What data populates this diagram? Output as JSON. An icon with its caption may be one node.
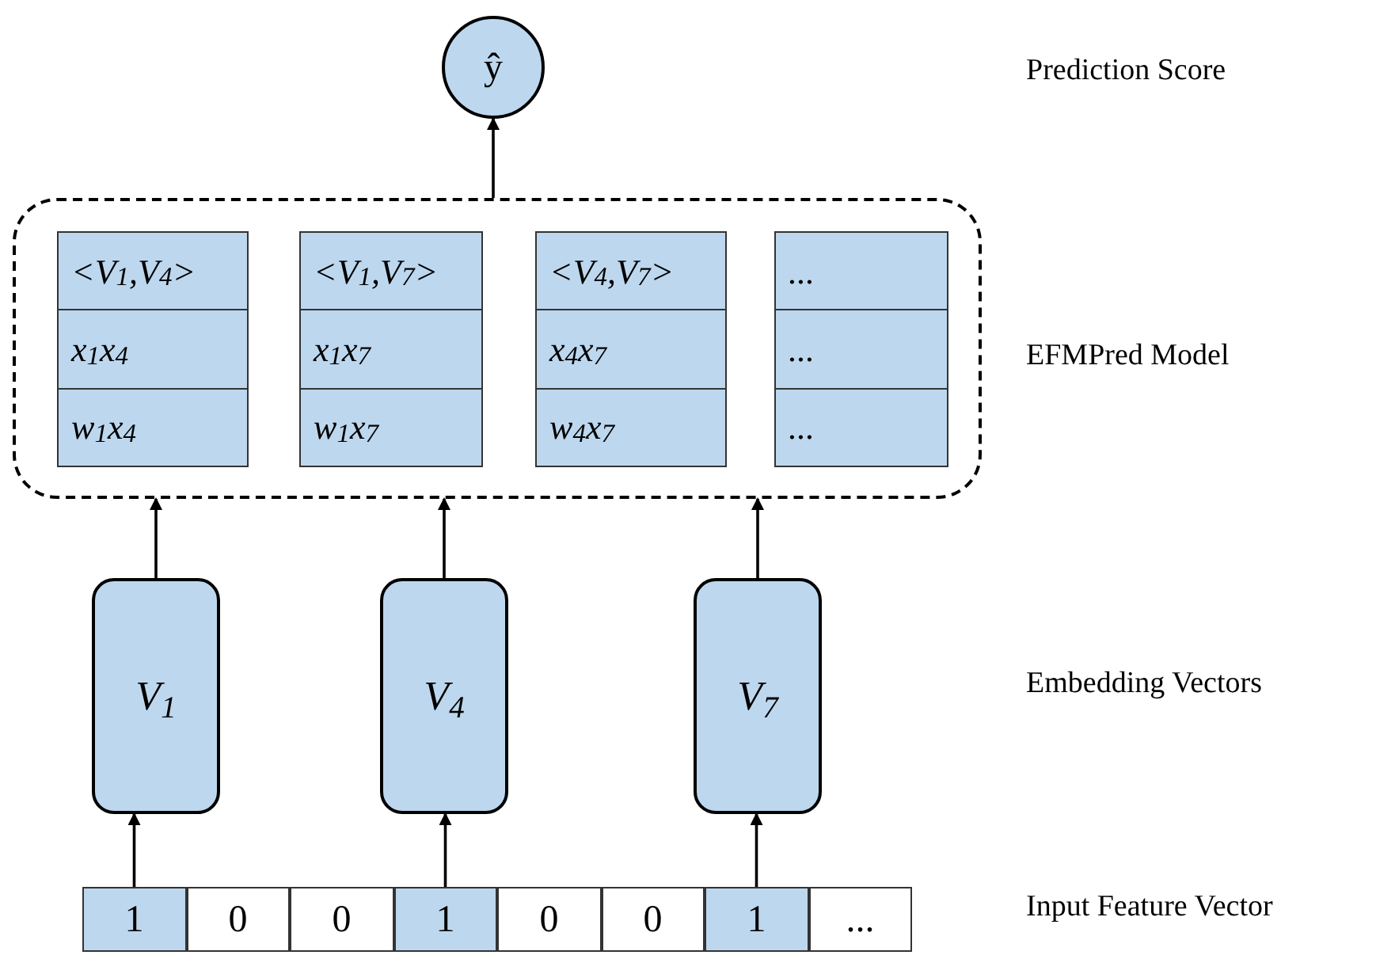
{
  "diagram": {
    "nodes": [
      {
        "text": [
          "ŷ"
        ]
      },
      {
        "text": [],
        "shape": "box"
      },
      {
        "text": [
          "<V$_{1}$,V$_{4}$>",
          "x$_{1}$x$_{4}$",
          "w$_{1}$x$_{4}$"
        ],
        "in": 1
      },
      {
        "text": [
          "<V$_{1}$,V$_{7}$>",
          "x$_{1}$x$_{7}$",
          "w$_{1}$x$_{7}$"
        ],
        "in": 1
      },
      {
        "text": [
          "<V$_{4}$,V$_{7}$>",
          "x$_{4}$x$_{7}$",
          "w$_{4}$x$_{7}$"
        ],
        "in": 1
      },
      {
        "text": [
          "...",
          "...",
          "..."
        ],
        "in": 1
      },
      {
        "text": [
          "V$_{1}$"
        ]
      },
      {
        "text": [
          "V$_{4}$"
        ]
      },
      {
        "text": [
          "V$_{7}$"
        ]
      },
      {
        "text": [
          "1"
        ]
      },
      {
        "text": [
          "0"
        ]
      },
      {
        "text": [
          "0"
        ]
      },
      {
        "text": [
          "1"
        ]
      },
      {
        "text": [
          "0"
        ]
      },
      {
        "text": [
          "0"
        ]
      },
      {
        "text": [
          "1"
        ]
      },
      {
        "text": [
          "..."
        ]
      }
    ],
    "edges": [
      {
        "from": 1,
        "to": 0,
        "arrow": "to"
      },
      {
        "from": 6,
        "to": 1,
        "arrow": "to"
      },
      {
        "from": 7,
        "to": 1,
        "arrow": "to"
      },
      {
        "from": 8,
        "to": 1,
        "arrow": "to"
      },
      {
        "from": 9,
        "to": 6,
        "arrow": "to"
      },
      {
        "from": 12,
        "to": 7,
        "arrow": "to"
      },
      {
        "from": 15,
        "to": 8,
        "arrow": "to"
      }
    ],
    "labels": [
      "Prediction Score",
      "EFMPred Model",
      "Embedding Vectors",
      "Input Feature Vector"
    ]
  }
}
